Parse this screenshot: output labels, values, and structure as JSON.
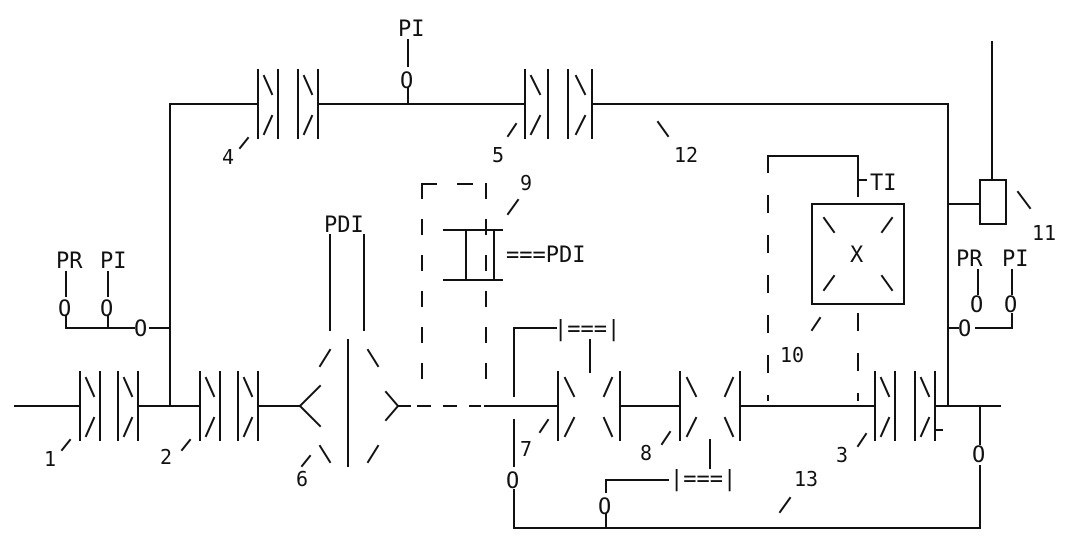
{
  "diagram": {
    "labels": {
      "pi_top": "PI",
      "pdi_6": "PDI",
      "pdi_9": "===PDI",
      "ti_10": "TI",
      "x_10": "X",
      "pr_left": "PR",
      "pi_left": "PI",
      "pr_right": "PR",
      "pi_right": "PI",
      "ctrl_upper": "|===|",
      "ctrl_lower": "|===|",
      "gauge_o": "O"
    },
    "numbers": {
      "n1": "1",
      "n2": "2",
      "n3": "3",
      "n4": "4",
      "n5": "5",
      "n6": "6",
      "n7": "7",
      "n8": "8",
      "n9": "9",
      "n10": "10",
      "n11": "11",
      "n12": "12",
      "n13": "13"
    }
  }
}
